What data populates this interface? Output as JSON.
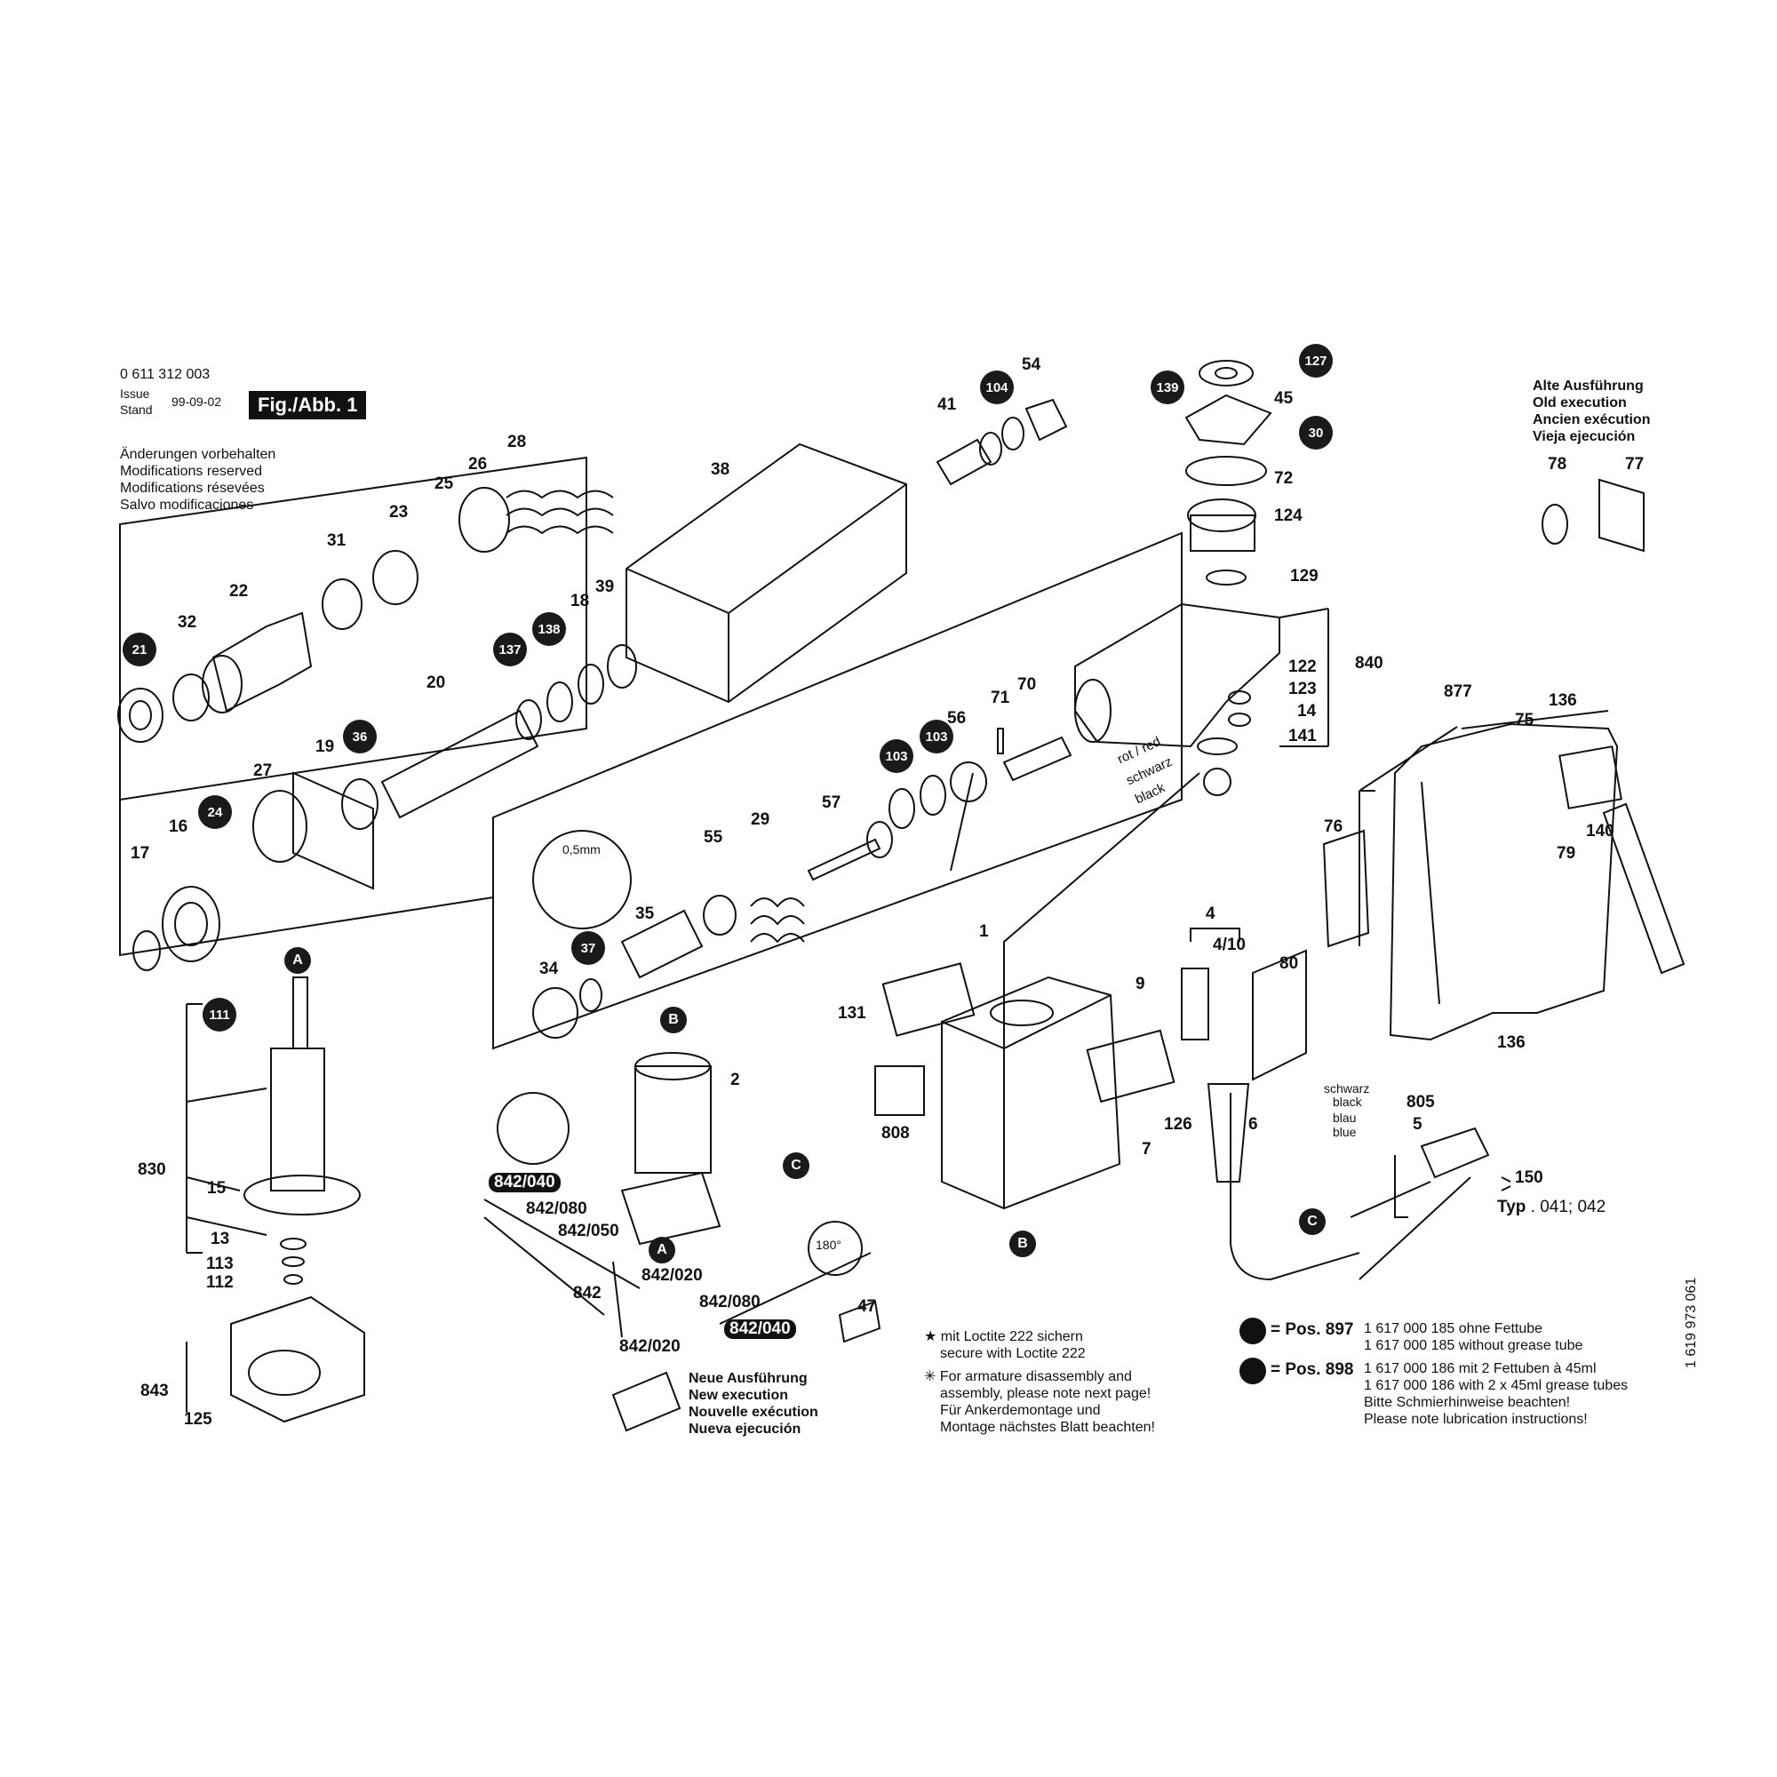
{
  "header": {
    "part_number": "0 611 312 003",
    "issue_label_1": "Issue",
    "issue_label_2": "Stand",
    "issue_date": "99-09-02",
    "figure_label": "Fig./Abb. 1",
    "modifications": [
      "Änderungen vorbehalten",
      "Modifications reserved",
      "Modifications résevées",
      "Salvo modificaciones"
    ]
  },
  "old_execution": {
    "lines": [
      "Alte Ausführung",
      "Old execution",
      "Ancien exécution",
      "Vieja ejecución"
    ],
    "parts": [
      "78",
      "77"
    ]
  },
  "new_execution": {
    "lines": [
      "Neue Ausführung",
      "New execution",
      "Nouvelle exécution",
      "Nueva ejecución"
    ]
  },
  "wire_colors": {
    "left": [
      "rot / red",
      "schwarz",
      "black"
    ],
    "right": [
      "schwarz",
      "black",
      "blau",
      "blue"
    ]
  },
  "dimension": "0,5mm",
  "rotation": "180°",
  "type_label": "Typ",
  "type_values": ". 041; 042",
  "notes": {
    "loctite_1": "mit Loctite 222 sichern",
    "loctite_2": "secure with Loctite 222",
    "armature": [
      "For armature disassembly and",
      "assembly, please note next page!",
      "Für Ankerdemontage und",
      "Montage nächstes Blatt beachten!"
    ]
  },
  "legend": {
    "pos_897_label": "= Pos. 897",
    "pos_897_lines": [
      "1 617 000 185 ohne Fettube",
      "1 617 000 185 without grease tube"
    ],
    "pos_898_label": "= Pos. 898",
    "pos_898_lines": [
      "1 617 000 186 mit 2 Fettuben à 45ml",
      "1 617 000 186 with 2 x 45ml grease tubes",
      "Bitte Schmierhinweise beachten!",
      "Please note lubrication instructions!"
    ]
  },
  "doc_number": "1 619 973 061",
  "circled_parts": [
    "21",
    "24",
    "36",
    "137",
    "138",
    "104",
    "139",
    "127",
    "30",
    "103",
    "103",
    "37",
    "111",
    "A",
    "B",
    "C",
    "A",
    "B",
    "C"
  ],
  "part_numbers": [
    "32",
    "22",
    "31",
    "23",
    "25",
    "26",
    "28",
    "38",
    "41",
    "54",
    "45",
    "72",
    "124",
    "129",
    "122",
    "123",
    "14",
    "141",
    "840",
    "18",
    "39",
    "20",
    "19",
    "27",
    "16",
    "17",
    "56",
    "71",
    "70",
    "57",
    "55",
    "29",
    "35",
    "34",
    "877",
    "136",
    "75",
    "76",
    "140",
    "79",
    "4",
    "4/10",
    "80",
    "1",
    "131",
    "9",
    "808",
    "126",
    "7",
    "6",
    "805",
    "5",
    "150",
    "136",
    "2",
    "842/040",
    "842/080",
    "842/050",
    "842/020",
    "842",
    "842/080",
    "842/040",
    "842/020",
    "47",
    "830",
    "15",
    "13",
    "113",
    "112",
    "843",
    "125"
  ]
}
